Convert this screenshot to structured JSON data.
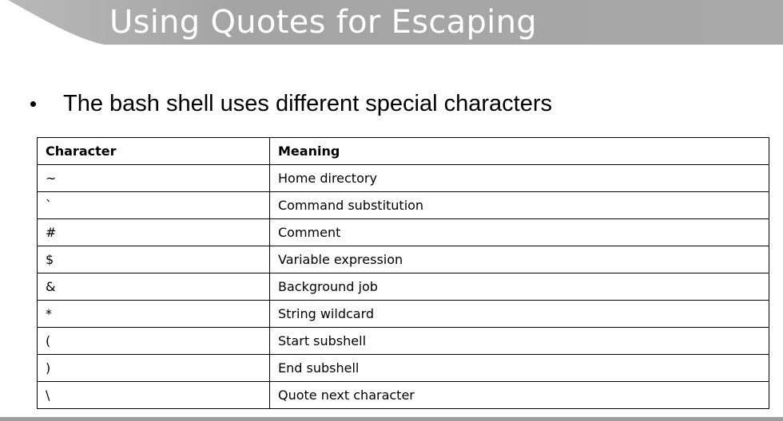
{
  "slide": {
    "title": "Using Quotes for Escaping",
    "bullet": "The bash shell uses different special characters",
    "colors": {
      "title_bar": "#a6a6a6",
      "title_text": "#ffffff",
      "bottom_bar": "#9e9e9e"
    }
  },
  "table": {
    "headers": [
      "Character",
      "Meaning"
    ],
    "rows": [
      [
        "~",
        "Home directory"
      ],
      [
        "`",
        "Command substitution"
      ],
      [
        "#",
        "Comment"
      ],
      [
        "$",
        "Variable expression"
      ],
      [
        "&",
        "Background job"
      ],
      [
        "*",
        "String wildcard"
      ],
      [
        "(",
        "Start subshell"
      ],
      [
        ")",
        "End subshell"
      ],
      [
        "\\",
        "Quote next character"
      ]
    ]
  }
}
